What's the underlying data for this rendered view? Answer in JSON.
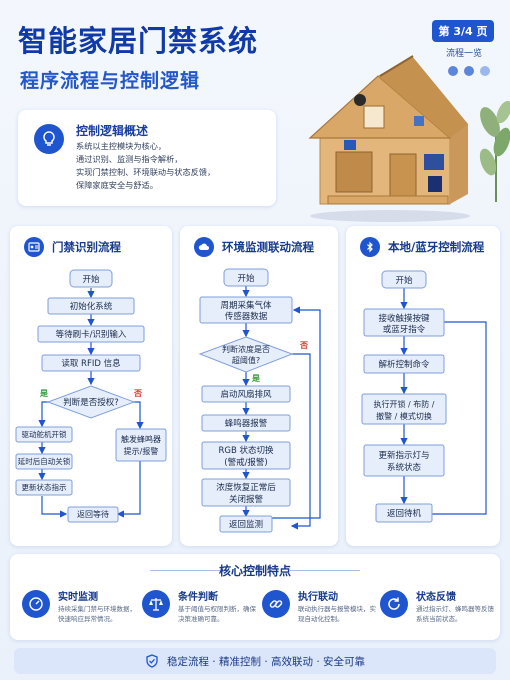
{
  "header": {
    "title": "智能家居门禁系统",
    "subtitle": "程序流程与控制逻辑",
    "page_badge": "第 3/4 页",
    "page_sub": "流程一览"
  },
  "overview": {
    "title": "控制逻辑概述",
    "lines": [
      "系统以主控模块为核心，",
      "通过识别、监测与指令解析，",
      "实现门禁控制、环境联动与状态反馈，",
      "保障家庭安全与舒适。"
    ]
  },
  "panels": [
    {
      "title": "门禁识别流程",
      "icon": "id-card-icon",
      "nodes": {
        "start": "开始",
        "init": "初始化系统",
        "wait": "等待刷卡/识别输入",
        "read": "读取 RFID 信息",
        "decision": "判断是否授权?",
        "yes": "是",
        "no": "否",
        "unlock": "驱动舵机开锁",
        "delay": "延时后自动关锁",
        "update": "更新状态指示",
        "alarm_l1": "触发蜂鸣器",
        "alarm_l2": "提示/报警",
        "back": "返回等待"
      }
    },
    {
      "title": "环境监测联动流程",
      "icon": "cloud-icon",
      "nodes": {
        "start": "开始",
        "collect_l1": "周期采集气体",
        "collect_l2": "传感器数据",
        "decision_l1": "判断浓度是否",
        "decision_l2": "超阈值?",
        "yes": "是",
        "no": "否",
        "fan": "启动风扇排风",
        "buzzer": "蜂鸣器报警",
        "rgb_l1": "RGB 状态切换",
        "rgb_l2": "(警戒/报警)",
        "restore_l1": "浓度恢复正常后",
        "restore_l2": "关闭报警",
        "back": "返回监测"
      }
    },
    {
      "title": "本地/蓝牙控制流程",
      "icon": "bluetooth-icon",
      "nodes": {
        "start": "开始",
        "receive_l1": "接收触摸按键",
        "receive_l2": "或蓝牙指令",
        "parse": "解析控制命令",
        "exec_l1": "执行开锁 / 布防 /",
        "exec_l2": "撤警 / 模式切换",
        "update_l1": "更新指示灯与",
        "update_l2": "系统状态",
        "back": "返回待机"
      }
    }
  ],
  "features": {
    "heading": "核心控制特点",
    "items": [
      {
        "name": "实时监测",
        "desc": "持续采集门禁与环境数据，快速响应异常情况。",
        "icon": "speedometer-icon"
      },
      {
        "name": "条件判断",
        "desc": "基于阈值与权限判断，确保决策准确可靠。",
        "icon": "balance-scale-icon"
      },
      {
        "name": "执行联动",
        "desc": "联动执行器与报警模块，实现自动化控制。",
        "icon": "link-icon"
      },
      {
        "name": "状态反馈",
        "desc": "通过指示灯、蜂鸣器等反馈系统当前状态。",
        "icon": "refresh-icon"
      }
    ]
  },
  "footer": {
    "icon": "shield-check-icon",
    "text": "稳定流程 · 精准控制 · 高效联动 · 安全可靠"
  },
  "colors": {
    "primary": "#1f56d0",
    "node_fill": "#e6eefc",
    "node_stroke": "#7f9fdc",
    "yes": "#2e9b3b",
    "no": "#d23a2a"
  }
}
